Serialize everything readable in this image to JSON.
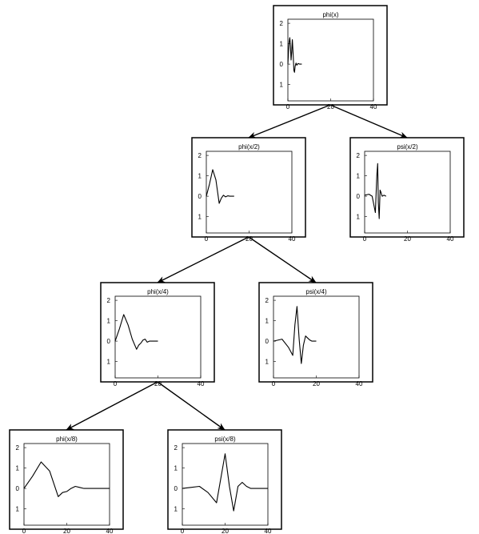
{
  "panels": [
    {
      "id": "phi-x",
      "title": "phi(x)",
      "xticks": [
        "0",
        "20",
        "40"
      ],
      "yticks": [
        "2",
        "1",
        "0",
        "1"
      ],
      "curve": [
        [
          0,
          0
        ],
        [
          0.3,
          0.6
        ],
        [
          0.6,
          1.1
        ],
        [
          0.9,
          1.3
        ],
        [
          1.2,
          0.9
        ],
        [
          1.5,
          0.2
        ],
        [
          1.8,
          0.6
        ],
        [
          2.1,
          1.2
        ],
        [
          2.5,
          0.4
        ],
        [
          2.8,
          -0.3
        ],
        [
          3.1,
          -0.4
        ],
        [
          3.4,
          -0.1
        ],
        [
          3.8,
          0.05
        ],
        [
          4.2,
          -0.05
        ],
        [
          4.8,
          0.03
        ],
        [
          5.5,
          0.0
        ],
        [
          6.5,
          0.0
        ]
      ]
    },
    {
      "id": "phi-x2",
      "title": "phi(x/2)",
      "xticks": [
        "0",
        "20",
        "40"
      ],
      "yticks": [
        "2",
        "1",
        "0",
        "1"
      ],
      "curve": [
        [
          0,
          0
        ],
        [
          1.5,
          0.6
        ],
        [
          3,
          1.3
        ],
        [
          4.5,
          0.8
        ],
        [
          6,
          -0.35
        ],
        [
          7,
          -0.1
        ],
        [
          8,
          0.05
        ],
        [
          9,
          -0.03
        ],
        [
          10,
          0.02
        ],
        [
          11,
          0.0
        ],
        [
          13,
          0.0
        ]
      ]
    },
    {
      "id": "psi-x2",
      "title": "psi(x/2)",
      "xticks": [
        "0",
        "20",
        "40"
      ],
      "yticks": [
        "2",
        "1",
        "0",
        "1"
      ],
      "curve": [
        [
          0,
          0.05
        ],
        [
          2,
          0.1
        ],
        [
          3.5,
          0.0
        ],
        [
          5,
          -0.8
        ],
        [
          5.7,
          1.0
        ],
        [
          6.1,
          1.6
        ],
        [
          6.4,
          -0.3
        ],
        [
          6.8,
          -1.1
        ],
        [
          7.2,
          0.3
        ],
        [
          7.6,
          0.2
        ],
        [
          8.2,
          0.0
        ],
        [
          9,
          0.05
        ],
        [
          10,
          0.0
        ]
      ]
    },
    {
      "id": "phi-x4",
      "title": "phi(x/4)",
      "xticks": [
        "0",
        "20",
        "40"
      ],
      "yticks": [
        "2",
        "1",
        "0",
        "1"
      ],
      "curve": [
        [
          0,
          0
        ],
        [
          2,
          0.6
        ],
        [
          4,
          1.3
        ],
        [
          6,
          0.8
        ],
        [
          8,
          0.1
        ],
        [
          10,
          -0.4
        ],
        [
          11,
          -0.2
        ],
        [
          12,
          -0.1
        ],
        [
          13,
          0.05
        ],
        [
          14,
          0.1
        ],
        [
          15,
          -0.05
        ],
        [
          16,
          0.0
        ],
        [
          18,
          0.0
        ],
        [
          20,
          0.0
        ]
      ]
    },
    {
      "id": "psi-x4",
      "title": "psi(x/4)",
      "xticks": [
        "0",
        "20",
        "40"
      ],
      "yticks": [
        "2",
        "1",
        "0",
        "1"
      ],
      "curve": [
        [
          0,
          0
        ],
        [
          4,
          0.1
        ],
        [
          7,
          -0.3
        ],
        [
          9,
          -0.7
        ],
        [
          10,
          0.8
        ],
        [
          11,
          1.7
        ],
        [
          12,
          0.1
        ],
        [
          13,
          -1.1
        ],
        [
          14,
          -0.2
        ],
        [
          15,
          0.25
        ],
        [
          16,
          0.15
        ],
        [
          17,
          0.05
        ],
        [
          18,
          0.0
        ],
        [
          20,
          0.0
        ]
      ]
    },
    {
      "id": "phi-x8",
      "title": "phi(x/8)",
      "xticks": [
        "0",
        "20",
        "40"
      ],
      "yticks": [
        "2",
        "1",
        "0",
        "1"
      ],
      "curve": [
        [
          0,
          0
        ],
        [
          4,
          0.6
        ],
        [
          8,
          1.3
        ],
        [
          12,
          0.85
        ],
        [
          16,
          -0.4
        ],
        [
          18,
          -0.2
        ],
        [
          20,
          -0.15
        ],
        [
          22,
          0.0
        ],
        [
          24,
          0.1
        ],
        [
          26,
          0.05
        ],
        [
          28,
          0.0
        ],
        [
          30,
          0.0
        ],
        [
          40,
          0.0
        ]
      ]
    },
    {
      "id": "psi-x8",
      "title": "psi(x/8)",
      "xticks": [
        "0",
        "20",
        "40"
      ],
      "yticks": [
        "2",
        "1",
        "0",
        "1"
      ],
      "curve": [
        [
          0,
          0
        ],
        [
          4,
          0.05
        ],
        [
          8,
          0.1
        ],
        [
          12,
          -0.2
        ],
        [
          16,
          -0.7
        ],
        [
          20,
          1.7
        ],
        [
          22,
          0.1
        ],
        [
          24,
          -1.1
        ],
        [
          26,
          0.1
        ],
        [
          28,
          0.3
        ],
        [
          30,
          0.1
        ],
        [
          32,
          0.0
        ],
        [
          36,
          0.0
        ],
        [
          40,
          0.0
        ]
      ]
    }
  ]
}
